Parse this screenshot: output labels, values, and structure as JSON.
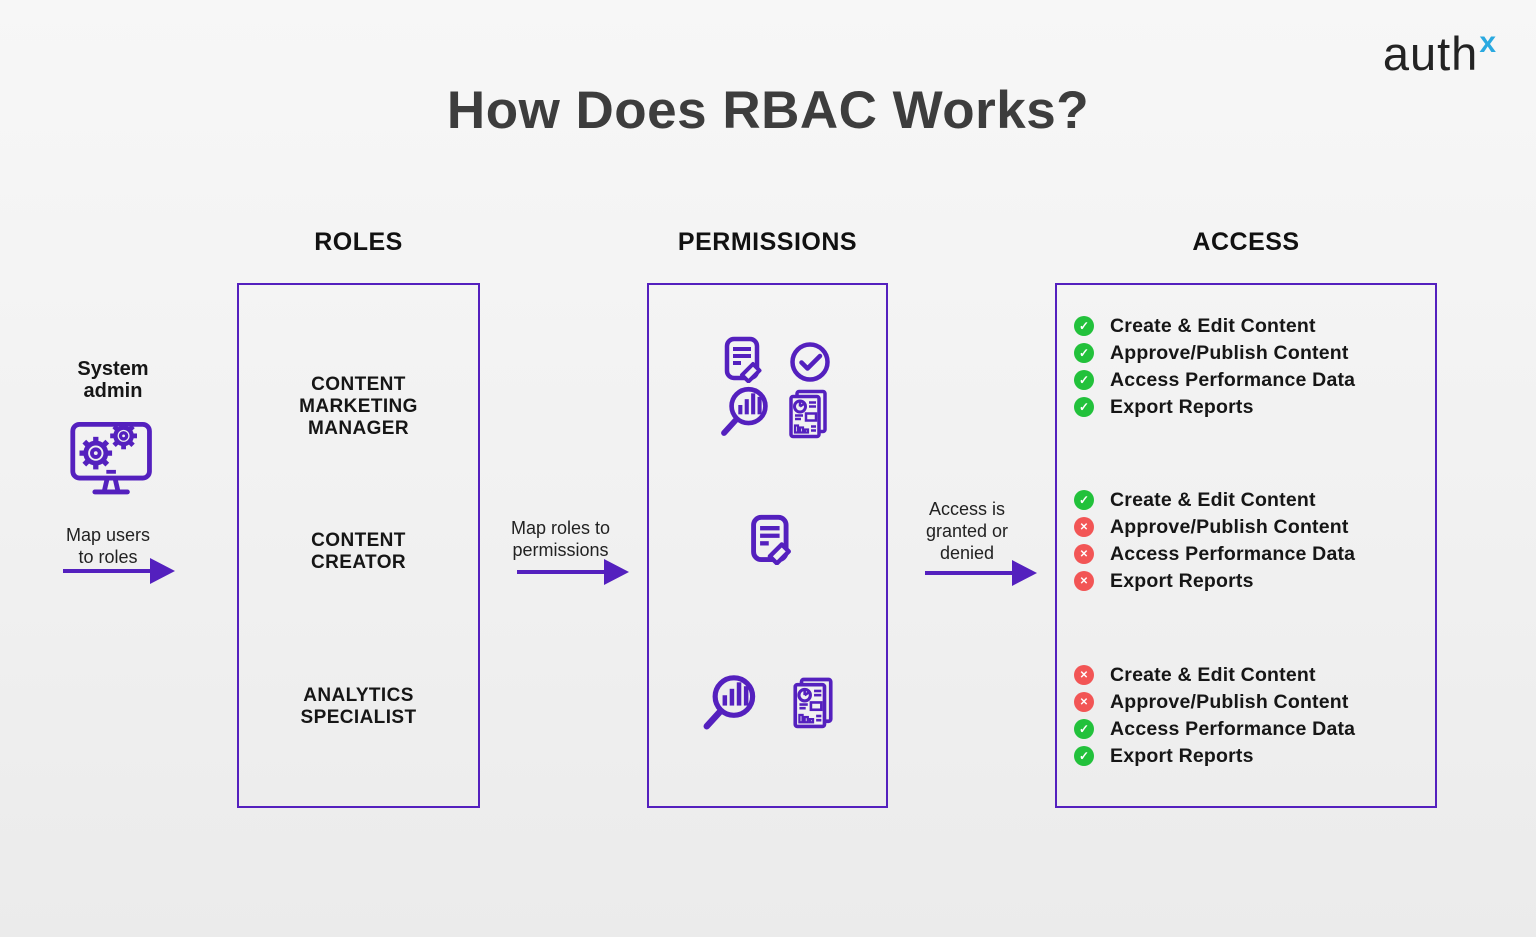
{
  "page": {
    "title": "How Does RBAC Works?"
  },
  "logo": {
    "word": "auth",
    "sup": "x"
  },
  "colors": {
    "purple": "#5420be",
    "green": "#22c13b",
    "red": "#f25555",
    "logo_blue": "#2aa9e0",
    "title_text": "#3d3d3d",
    "background": "#f0f0f0"
  },
  "left": {
    "actor_label": "System\nadmin",
    "actor_icon": "monitor-gears-icon"
  },
  "arrows": {
    "map_users": {
      "label": "Map users\nto roles"
    },
    "map_roles": {
      "label": "Map roles to\npermissions"
    },
    "grant": {
      "label": "Access is\ngranted or\ndenied"
    }
  },
  "columns": {
    "roles": {
      "header": "ROLES",
      "items": [
        "CONTENT\nMARKETING\nMANAGER",
        "CONTENT\nCREATOR",
        "ANALYTICS\nSPECIALIST"
      ]
    },
    "permissions": {
      "header": "PERMISSIONS",
      "groups": [
        {
          "icons": [
            "edit-document",
            "approval-check-circle",
            "analytics-magnifier",
            "performance-report"
          ]
        },
        {
          "icons": [
            "edit-document"
          ]
        },
        {
          "icons": [
            "analytics-magnifier",
            "performance-report"
          ]
        }
      ]
    },
    "access": {
      "header": "ACCESS",
      "groups": [
        {
          "items": [
            {
              "label": "Create & Edit Content",
              "state": "granted"
            },
            {
              "label": "Approve/Publish Content",
              "state": "granted"
            },
            {
              "label": "Access Performance Data",
              "state": "granted"
            },
            {
              "label": "Export Reports",
              "state": "granted"
            }
          ]
        },
        {
          "items": [
            {
              "label": "Create & Edit Content",
              "state": "granted"
            },
            {
              "label": "Approve/Publish Content",
              "state": "denied"
            },
            {
              "label": "Access Performance Data",
              "state": "denied"
            },
            {
              "label": "Export Reports",
              "state": "denied"
            }
          ]
        },
        {
          "items": [
            {
              "label": "Create & Edit Content",
              "state": "denied"
            },
            {
              "label": "Approve/Publish Content",
              "state": "denied"
            },
            {
              "label": "Access Performance Data",
              "state": "granted"
            },
            {
              "label": "Export Reports",
              "state": "granted"
            }
          ]
        }
      ]
    }
  }
}
